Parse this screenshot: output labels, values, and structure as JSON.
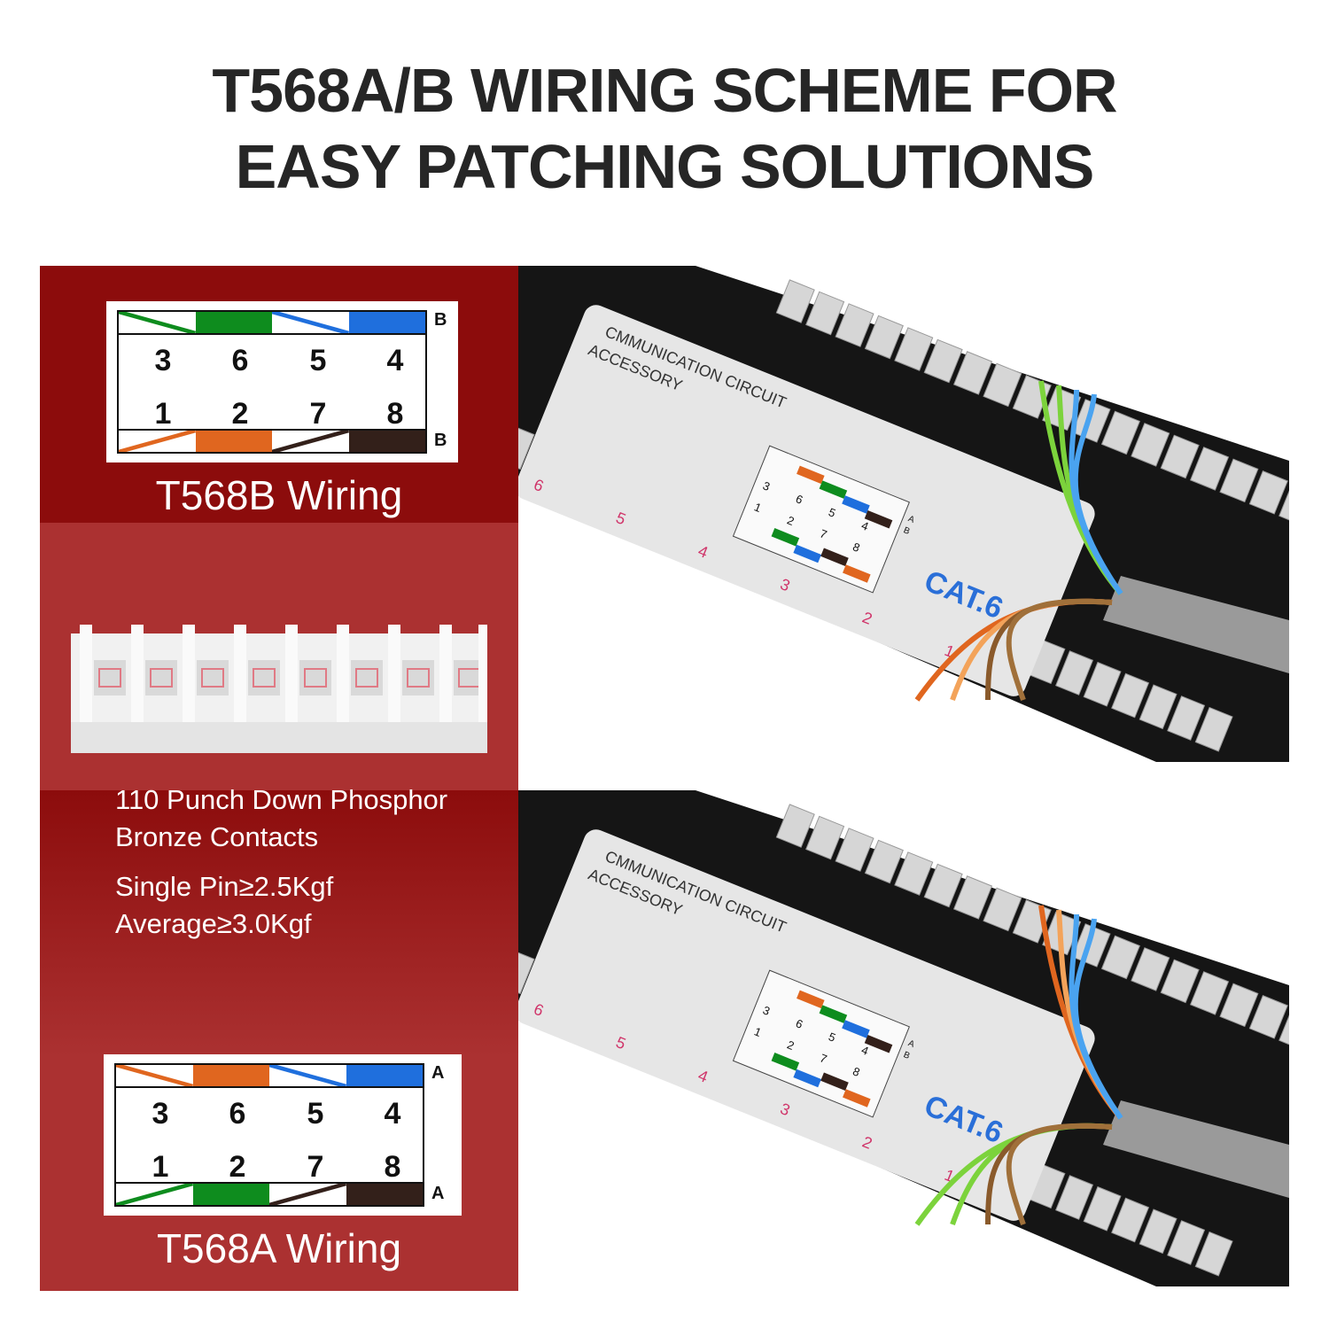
{
  "title": {
    "line1": "T568A/B WIRING SCHEME FOR",
    "line2": "EASY PATCHING SOLUTIONS"
  },
  "colors": {
    "panel_red": "#ab3131",
    "panel_dark_red": "#8c0c0c",
    "green": "#0e8c1e",
    "blue": "#1f6fdd",
    "orange": "#e0661f",
    "brown": "#33201a"
  },
  "t568b": {
    "label": "T568B Wiring",
    "top_letter": "B",
    "bottom_letter": "B",
    "top_row": [
      "3",
      "6",
      "5",
      "4"
    ],
    "bottom_row": [
      "1",
      "2",
      "7",
      "8"
    ],
    "top_wires": [
      {
        "color": "green",
        "striped": true
      },
      {
        "color": "green",
        "striped": false
      },
      {
        "color": "blue",
        "striped": true
      },
      {
        "color": "blue",
        "striped": false
      }
    ],
    "bottom_wires": [
      {
        "color": "orange",
        "striped": true
      },
      {
        "color": "orange",
        "striped": false
      },
      {
        "color": "brown",
        "striped": true
      },
      {
        "color": "brown",
        "striped": false
      }
    ]
  },
  "t568a": {
    "label": "T568A Wiring",
    "top_letter": "A",
    "bottom_letter": "A",
    "top_row": [
      "3",
      "6",
      "5",
      "4"
    ],
    "bottom_row": [
      "1",
      "2",
      "7",
      "8"
    ],
    "top_wires": [
      {
        "color": "orange",
        "striped": true
      },
      {
        "color": "orange",
        "striped": false
      },
      {
        "color": "blue",
        "striped": true
      },
      {
        "color": "blue",
        "striped": false
      }
    ],
    "bottom_wires": [
      {
        "color": "green",
        "striped": true
      },
      {
        "color": "green",
        "striped": false
      },
      {
        "color": "brown",
        "striped": true
      },
      {
        "color": "brown",
        "striped": false
      }
    ]
  },
  "contacts": {
    "line1": "110 Punch Down Phosphor",
    "line2": "Bronze Contacts",
    "line3": "Single Pin≥2.5Kgf",
    "line4": "Average≥3.0Kgf"
  },
  "photo": {
    "label_line1": "CMMUNICATION CIRCUIT",
    "label_line2": "ACCESSORY",
    "cat": "CAT.6",
    "port_numbers": [
      "6",
      "5",
      "4",
      "3",
      "2",
      "1"
    ],
    "mini_top": [
      "3",
      "6",
      "5",
      "4"
    ],
    "mini_bottom": [
      "1",
      "2",
      "7",
      "8"
    ],
    "mini_letters": [
      "A",
      "B"
    ]
  }
}
